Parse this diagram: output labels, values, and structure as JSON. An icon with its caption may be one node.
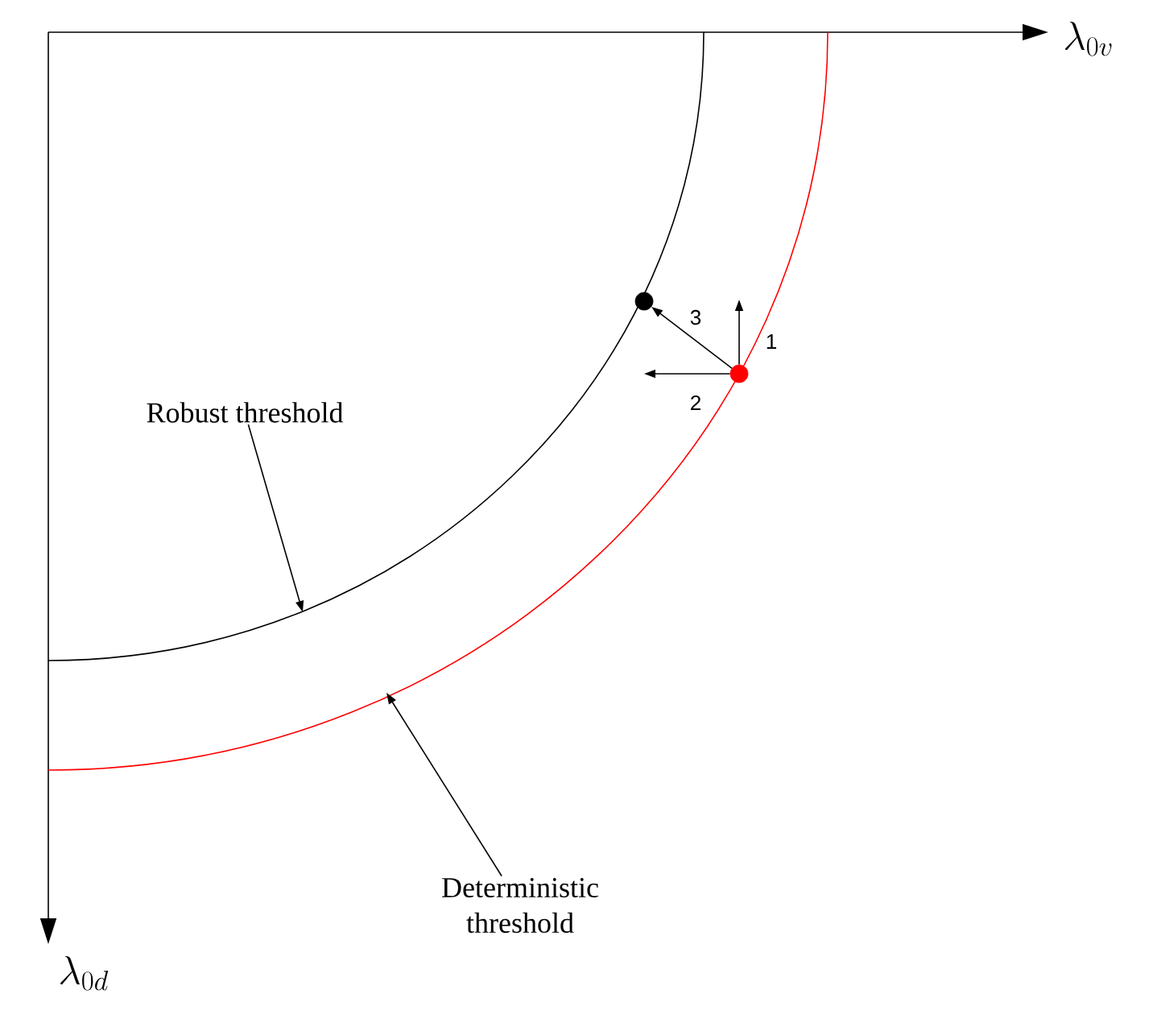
{
  "diagram": {
    "nodes": [
      {
        "text": [
          "Robust threshold"
        ]
      },
      {
        "text": [],
        "shape": "circle"
      },
      {
        "text": [],
        "shape": "circle"
      },
      {
        "text": [
          "Deterministic threshold"
        ]
      }
    ],
    "edges": [
      {
        "from": 2,
        "to": 1,
        "arrow": "to",
        "label": "3"
      },
      {
        "from": 2,
        "to": null,
        "arrow": "to",
        "label": "1"
      },
      {
        "from": 2,
        "to": null,
        "arrow": "to",
        "label": "2"
      },
      {
        "from": 0,
        "to": null,
        "arrow": "to"
      },
      {
        "from": 3,
        "to": null,
        "arrow": "to"
      }
    ],
    "labels": [
      "\\lambda_{0v}",
      "\\lambda_{0d}"
    ]
  }
}
